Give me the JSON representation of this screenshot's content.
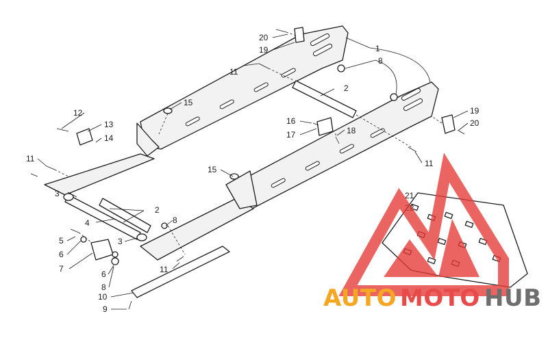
{
  "diagram": {
    "callouts": [
      {
        "id": "c1",
        "text": "1"
      },
      {
        "id": "c2a",
        "text": "2"
      },
      {
        "id": "c2b",
        "text": "2"
      },
      {
        "id": "c3a",
        "text": "3"
      },
      {
        "id": "c3b",
        "text": "3"
      },
      {
        "id": "c4",
        "text": "4"
      },
      {
        "id": "c5",
        "text": "5"
      },
      {
        "id": "c6a",
        "text": "6"
      },
      {
        "id": "c6b",
        "text": "6"
      },
      {
        "id": "c7",
        "text": "7"
      },
      {
        "id": "c8a",
        "text": "8"
      },
      {
        "id": "c8b",
        "text": "8"
      },
      {
        "id": "c8c",
        "text": "8"
      },
      {
        "id": "c9",
        "text": "9"
      },
      {
        "id": "c10",
        "text": "10"
      },
      {
        "id": "c11a",
        "text": "11"
      },
      {
        "id": "c11b",
        "text": "11"
      },
      {
        "id": "c11c",
        "text": "11"
      },
      {
        "id": "c11d",
        "text": "11"
      },
      {
        "id": "c12",
        "text": "12"
      },
      {
        "id": "c13",
        "text": "13"
      },
      {
        "id": "c14",
        "text": "14"
      },
      {
        "id": "c15a",
        "text": "15"
      },
      {
        "id": "c15b",
        "text": "15"
      },
      {
        "id": "c16",
        "text": "16"
      },
      {
        "id": "c17",
        "text": "17"
      },
      {
        "id": "c18",
        "text": "18"
      },
      {
        "id": "c19a",
        "text": "19"
      },
      {
        "id": "c19b",
        "text": "19"
      },
      {
        "id": "c20a",
        "text": "20"
      },
      {
        "id": "c20b",
        "text": "20"
      },
      {
        "id": "c21",
        "text": "21"
      },
      {
        "id": "c22",
        "text": "22"
      }
    ]
  },
  "watermark": {
    "brand_part1": "AUTO",
    "brand_part2": "MOTO",
    "brand_part3": "HUB",
    "color_orange": "#f5a623",
    "color_red": "#e84a4a",
    "color_gray": "#6e6e6e",
    "triangle_color": "#e53935"
  }
}
